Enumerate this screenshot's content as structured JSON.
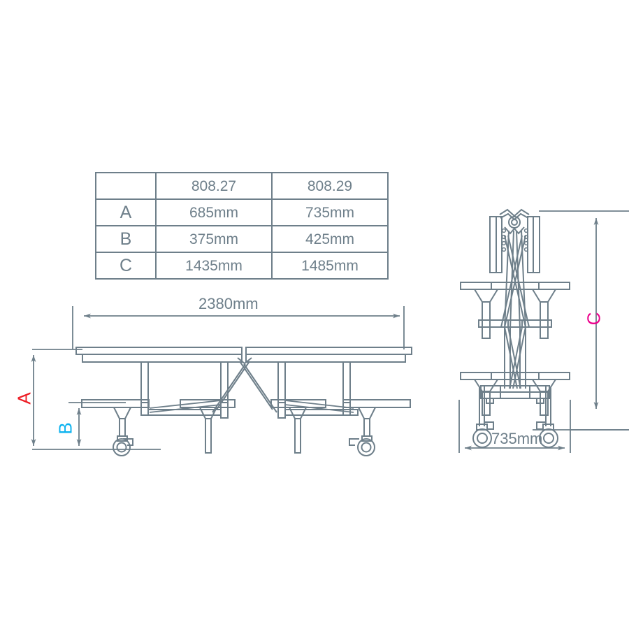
{
  "meta": {
    "title": "Mobile Folding Bench Table — Dimension Drawing",
    "stroke_color": "#6e7f8a",
    "text_color": "#6e7f8a"
  },
  "spec_table": {
    "columns": [
      "",
      "808.27",
      "808.29"
    ],
    "rows": [
      {
        "key": "A",
        "key_color": "#ed1c24",
        "values": [
          "685mm",
          "735mm"
        ]
      },
      {
        "key": "B",
        "key_color": "#0bb2ef",
        "values": [
          "375mm",
          "425mm"
        ]
      },
      {
        "key": "C",
        "key_color": "#ec008c",
        "values": [
          "1435mm",
          "1485mm"
        ]
      }
    ]
  },
  "front_view": {
    "name": "front-elevation",
    "length_dimension": {
      "label": "2380mm",
      "orientation": "horizontal"
    },
    "height_dimension": {
      "label": "A",
      "color": "#ed1c24",
      "orientation": "vertical"
    },
    "seat_height_dimension": {
      "label": "B",
      "color": "#0bb2ef",
      "orientation": "vertical"
    }
  },
  "side_view": {
    "name": "folded-end-elevation",
    "height_dimension": {
      "label": "C",
      "color": "#ec008c",
      "orientation": "vertical"
    },
    "width_dimension": {
      "label": "735mm",
      "orientation": "horizontal"
    }
  }
}
